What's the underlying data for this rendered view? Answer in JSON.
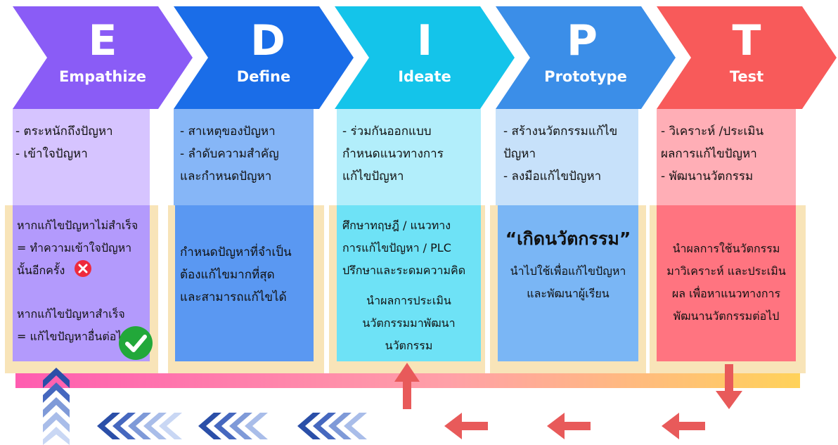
{
  "stages": [
    {
      "letter": "E",
      "title": "Empathize",
      "color": "#8a5cf6",
      "top": [
        "- ตระหนักถึงปัญหา",
        "- เข้าใจปัญหา"
      ],
      "bottom": [
        "หากแก้ไขปัญหาไม่สำเร็จ",
        "= ทำความเข้าใจปัญหา",
        "นั้นอีกครั้ง",
        "หากแก้ไขปัญหาสำเร็จ",
        "= แก้ไขปัญหาอื่นต่อไป"
      ]
    },
    {
      "letter": "D",
      "title": "Define",
      "color": "#1a6de8",
      "top": [
        "- สาเหตุของปัญหา",
        "- ลำดับความสำคัญ",
        "และกำหนดปัญหา"
      ],
      "bottom": [
        "กำหนดปัญหาที่จำเป็น",
        "ต้องแก้ไขมากที่สุด",
        "และสามารถแก้ไขได้"
      ]
    },
    {
      "letter": "I",
      "title": "Ideate",
      "color": "#14c4ea",
      "top": [
        "- ร่วมกันออกแบบ",
        "กำหนดแนวทางการ",
        "แก้ไขปัญหา"
      ],
      "bottom": [
        "ศึกษาทฤษฎี / แนวทาง",
        "การแก้ไขปัญหา / PLC",
        "ปรึกษาและระดมความคิด",
        "นำผลการประเมิน",
        "นวัตกรรมมาพัฒนา",
        "นวัตกรรม"
      ]
    },
    {
      "letter": "P",
      "title": "Prototype",
      "color": "#3b8ee8",
      "top": [
        "- สร้างนวัตกรรมแก้ไข",
        "ปัญหา",
        "- ลงมือแก้ไขปัญหา"
      ],
      "bottom": [
        "“เกิดนวัตกรรม”",
        "นำไปใช้เพื่อแก้ไขปัญหา",
        "และพัฒนาผู้เรียน"
      ]
    },
    {
      "letter": "T",
      "title": "Test",
      "color": "#f85a5a",
      "top": [
        "- วิเคราะห์ /ประเมิน",
        "ผลการแก้ไขปัญหา",
        "- พัฒนานวัตกรรม"
      ],
      "bottom": [
        "นำผลการใช้นวัตกรรม",
        "มาวิเคราะห์ และประเมิน",
        "ผล เพื่อหาแนวทางการ",
        "พัฒนานวัตกรรมต่อไป"
      ]
    }
  ],
  "icons": {
    "fail": "red-x-icon",
    "success": "green-check-icon"
  },
  "colors": {
    "tan": "#f8e4b8",
    "red_arrow": "#e85a5a",
    "flow_start": "#ff5cb0",
    "flow_end": "#ffd25a"
  }
}
